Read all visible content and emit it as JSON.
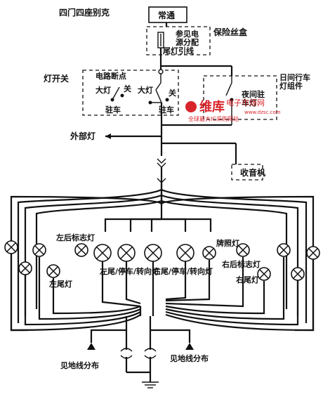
{
  "title": "四门四座别克",
  "labels": {
    "always_on": "常通",
    "see_power_1": "参见电",
    "see_power_2": "源分配",
    "tail_lead": "尾灯引线",
    "fuse_box": "保险丝盒",
    "light_switch": "灯开关",
    "breaker": "电路断点",
    "headlight_a": "大灯",
    "off_a": "关",
    "park_a": "驻车",
    "headlight_b": "大灯",
    "off_b": "关",
    "park_b": "驻车",
    "drl_1": "日间行车",
    "drl_2": "灯组件",
    "night_park_1": "夜间驻",
    "night_park_2": "车灯",
    "exterior": "外部灯",
    "radio": "收音机",
    "lr_marker": "左后标志灯",
    "l_tail": "左尾灯",
    "l_stop": "左尾/停车/转向灯",
    "r_stop": "右尾/停车/转向灯",
    "plate": "牌照灯",
    "rr_marker": "右后标志灯",
    "r_tail": "右尾灯",
    "ground_left": "见地线分布",
    "ground_right": "见地线分布"
  },
  "watermark": {
    "brand": "维库",
    "site_name": "电子市场网",
    "url": "www.dzsc.com",
    "slogan": "全球最大IC采购网站"
  }
}
